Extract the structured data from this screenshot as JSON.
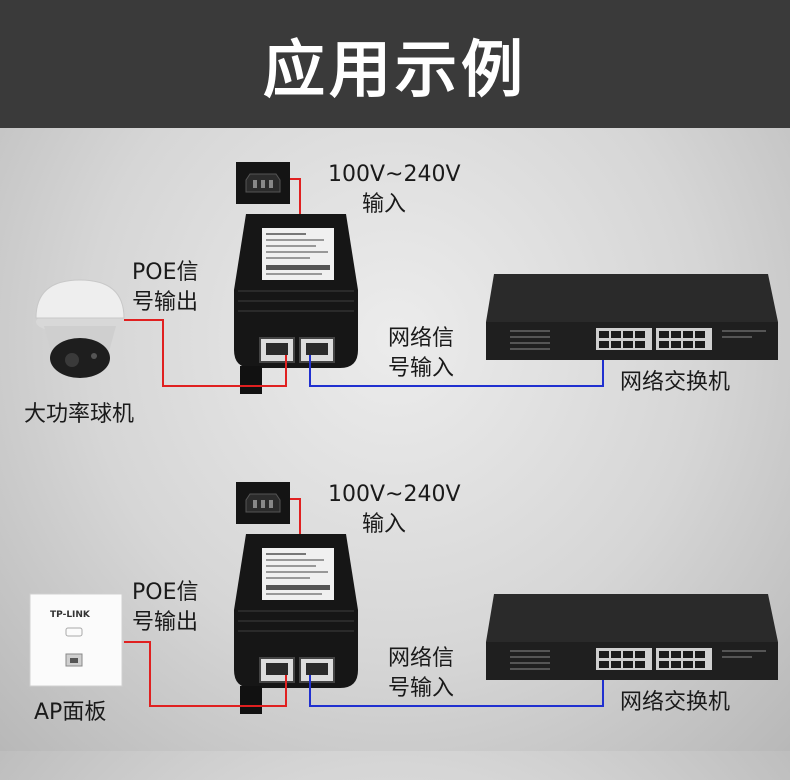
{
  "header": {
    "title": "应用示例"
  },
  "colors": {
    "power_line": "#e02020",
    "network_line": "#2030d0",
    "header_bg": "#3a3a3a"
  },
  "diagrams": [
    {
      "power_input": {
        "line1": "100V~240V",
        "line2": "输入"
      },
      "poe_output": {
        "line1": "POE信",
        "line2": "号输出"
      },
      "network_input": {
        "line1": "网络信",
        "line2": "号输入"
      },
      "device_label": "大功率球机",
      "switch_label": "网络交换机"
    },
    {
      "power_input": {
        "line1": "100V~240V",
        "line2": "输入"
      },
      "poe_output": {
        "line1": "POE信",
        "line2": "号输出"
      },
      "network_input": {
        "line1": "网络信",
        "line2": "号输入"
      },
      "device_label": "AP面板",
      "device_brand": "TP-LINK",
      "switch_label": "网络交换机"
    }
  ]
}
